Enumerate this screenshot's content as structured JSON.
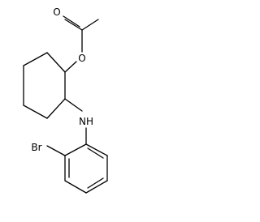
{
  "molecule": {
    "atoms": [
      {
        "id": "o_carbonyl",
        "label": "O"
      },
      {
        "id": "o_ester",
        "label": "O"
      },
      {
        "id": "nh",
        "label": "NH"
      },
      {
        "id": "br",
        "label": "Br"
      }
    ]
  }
}
